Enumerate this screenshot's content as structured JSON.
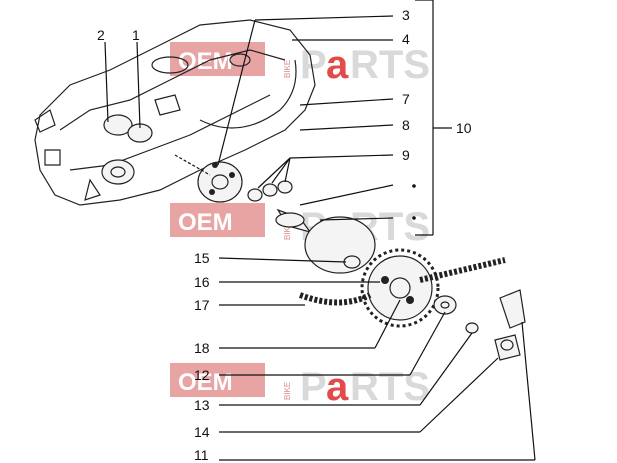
{
  "watermark": {
    "brand_oem": "OEM",
    "brand_bike": "BIKE",
    "brand_parts_p": "P",
    "brand_parts_a": "a",
    "brand_parts_rts": "RTS"
  },
  "callouts": {
    "c1": "1",
    "c2": "2",
    "c3": "3",
    "c4": "4",
    "c7": "7",
    "c8": "8",
    "c9": "9",
    "c10": "10",
    "c15": "15",
    "c16": "16",
    "c17": "17",
    "c18": "18",
    "c12": "12",
    "c13": "13",
    "c14": "14",
    "c11": "11"
  }
}
